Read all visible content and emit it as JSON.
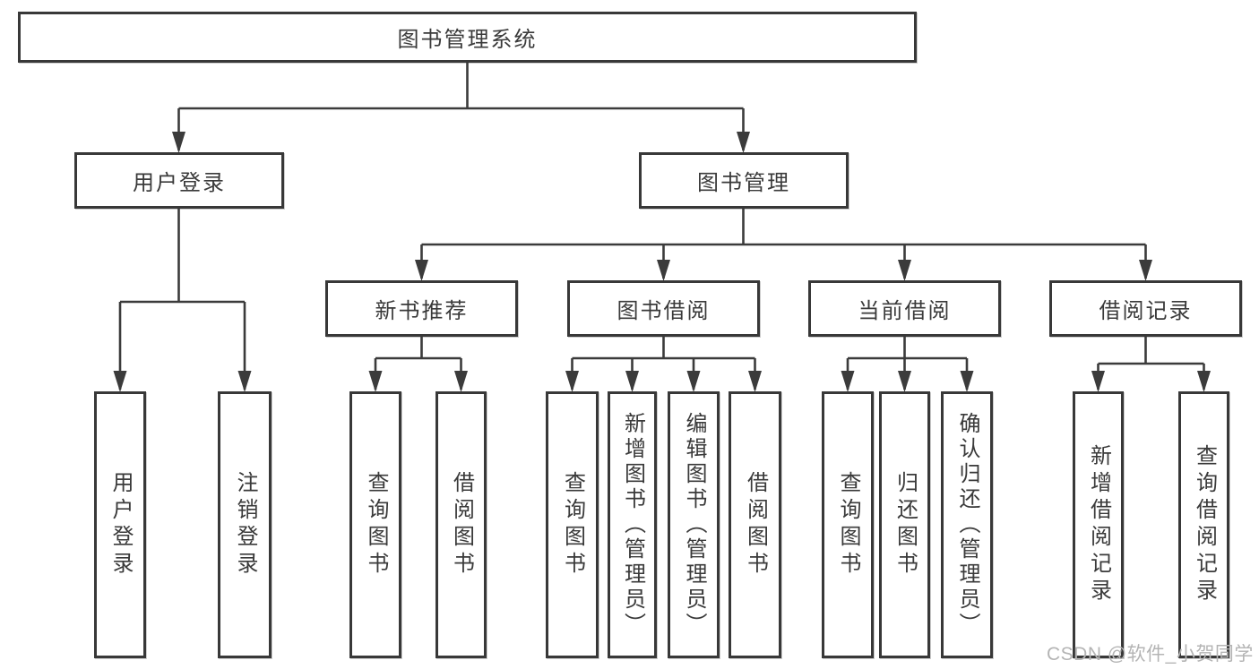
{
  "diagram": {
    "root": {
      "label": "图书管理系统"
    },
    "level2": [
      {
        "label": "用户登录",
        "parent": "图书管理系统"
      },
      {
        "label": "图书管理",
        "parent": "图书管理系统"
      }
    ],
    "level3": [
      {
        "label": "新书推荐",
        "parent": "图书管理"
      },
      {
        "label": "图书借阅",
        "parent": "图书管理"
      },
      {
        "label": "当前借阅",
        "parent": "图书管理"
      },
      {
        "label": "借阅记录",
        "parent": "图书管理"
      }
    ],
    "leaves": [
      {
        "label": "用户登录",
        "parent": "用户登录"
      },
      {
        "label": "注销登录",
        "parent": "用户登录"
      },
      {
        "label": "查询图书",
        "parent": "新书推荐"
      },
      {
        "label": "借阅图书",
        "parent": "新书推荐"
      },
      {
        "label": "查询图书",
        "parent": "图书借阅"
      },
      {
        "label": "新增图书（管理员）",
        "parent": "图书借阅"
      },
      {
        "label": "编辑图书（管理员）",
        "parent": "图书借阅"
      },
      {
        "label": "借阅图书",
        "parent": "图书借阅"
      },
      {
        "label": "查询图书",
        "parent": "当前借阅"
      },
      {
        "label": "归还图书",
        "parent": "当前借阅"
      },
      {
        "label": "确认归还（管理员）",
        "parent": "当前借阅"
      },
      {
        "label": "新增借阅记录",
        "parent": "借阅记录"
      },
      {
        "label": "查询借阅记录",
        "parent": "借阅记录"
      }
    ]
  },
  "watermark": {
    "text": "CSDN @软件_小贺同学"
  },
  "colors": {
    "line": "#3b3b3b",
    "box_border": "#383838",
    "text": "#3a3a3a",
    "box_background": "#ffffff",
    "page_background": "#ffffff",
    "watermark": "#b4b4b4"
  }
}
